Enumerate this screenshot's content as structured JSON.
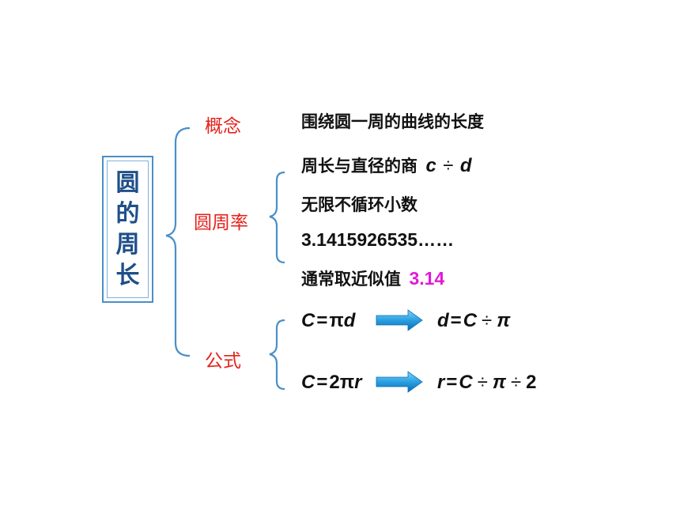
{
  "title": [
    "圆",
    "的",
    "周",
    "长"
  ],
  "concept": {
    "label": "概念",
    "text": "围绕圆一周的曲线的长度"
  },
  "pi": {
    "label": "圆周率",
    "line1_text": "周长与直径的商",
    "line1_c": "c",
    "line1_div": "÷",
    "line1_d": "d",
    "line2": "无限不循环小数",
    "line3": "3.1415926535……",
    "line4_text": "通常取近似值",
    "line4_value": "3.14"
  },
  "formula": {
    "label": "公式",
    "f1_left": {
      "C": "C",
      "eq": "=",
      "pi": "π",
      "d": "d"
    },
    "f1_right": {
      "d": "d",
      "eq": "=",
      "C": "C",
      "div": "÷",
      "pi": "π"
    },
    "f2_left": {
      "C": "C",
      "eq": "=",
      "two": "2",
      "pi": "π",
      "r": "r"
    },
    "f2_right": {
      "r": "r",
      "eq": "=",
      "C": "C",
      "div1": "÷",
      "pi": "π",
      "div2": "÷",
      "two": "2"
    }
  },
  "colors": {
    "accent_red": "#e5221c",
    "highlight_magenta": "#e01ad7",
    "bracket_blue": "#4a8fc8",
    "title_blue": "#1f4f8a"
  }
}
